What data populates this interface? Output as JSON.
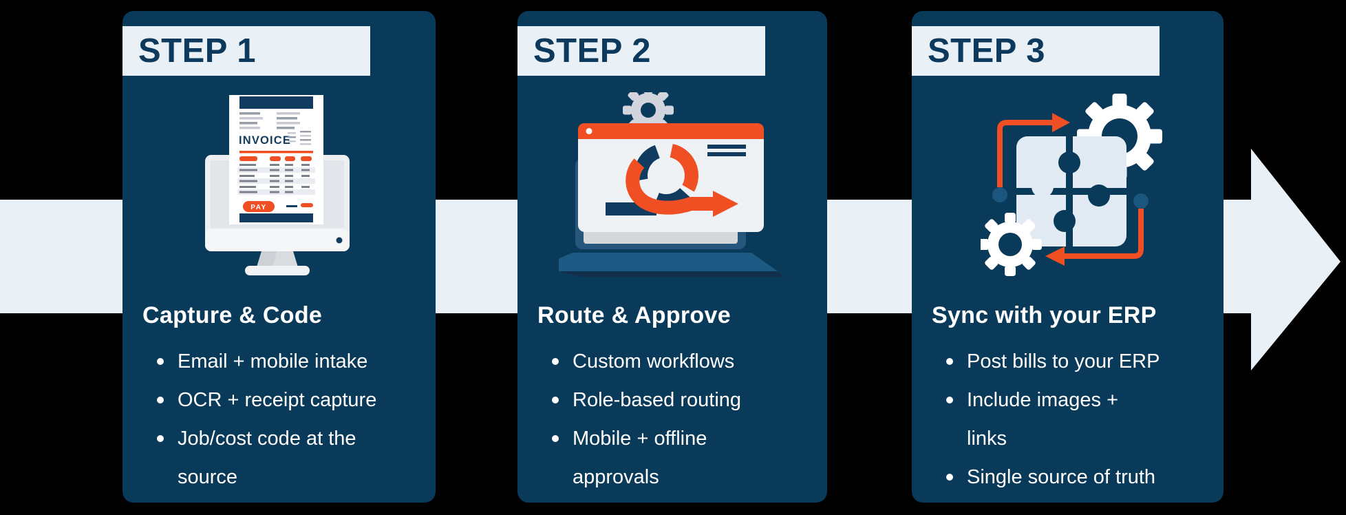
{
  "colors": {
    "card_navy": "#0a3a59",
    "badge_text_navy": "#0d3a5c",
    "band_light": "#eaf1f6",
    "accent_orange": "#f04f23",
    "text_white": "#ffffff",
    "flow_dot_blue": "#1a567e"
  },
  "band": {
    "shape": "horizontal-highlight-band",
    "arrow": "forward-arrow-shape"
  },
  "steps": [
    {
      "badge": "STEP 1",
      "title": "Capture & Code",
      "icon": "desktop-monitor-invoice-icon",
      "bullets": [
        "Email + mobile intake",
        "OCR + receipt capture",
        "Job/cost code at the\nsource"
      ]
    },
    {
      "badge": "STEP 2",
      "title": "Route & Approve",
      "icon": "browser-workflow-loop-icon",
      "bullets": [
        "Custom workflows",
        "Role-based routing",
        "Mobile + offline\napprovals"
      ]
    },
    {
      "badge": "STEP 3",
      "title": "Sync with your ERP",
      "icon": "puzzle-gears-sync-icon",
      "bullets": [
        "Post bills to your ERP",
        "Include images +\nlinks",
        "Single source of truth"
      ]
    }
  ],
  "invoice_icon": {
    "document_title": "INVOICE",
    "pay_button_label": "PAY"
  }
}
